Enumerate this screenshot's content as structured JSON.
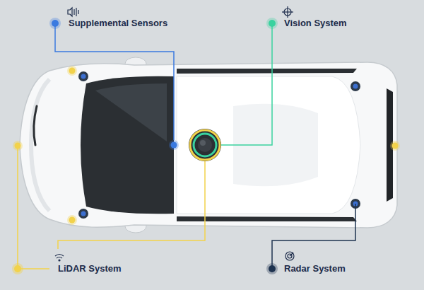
{
  "diagram": {
    "labels": [
      "Supplemental Sensors",
      "Vision System",
      "LiDAR System",
      "Radar System"
    ]
  }
}
